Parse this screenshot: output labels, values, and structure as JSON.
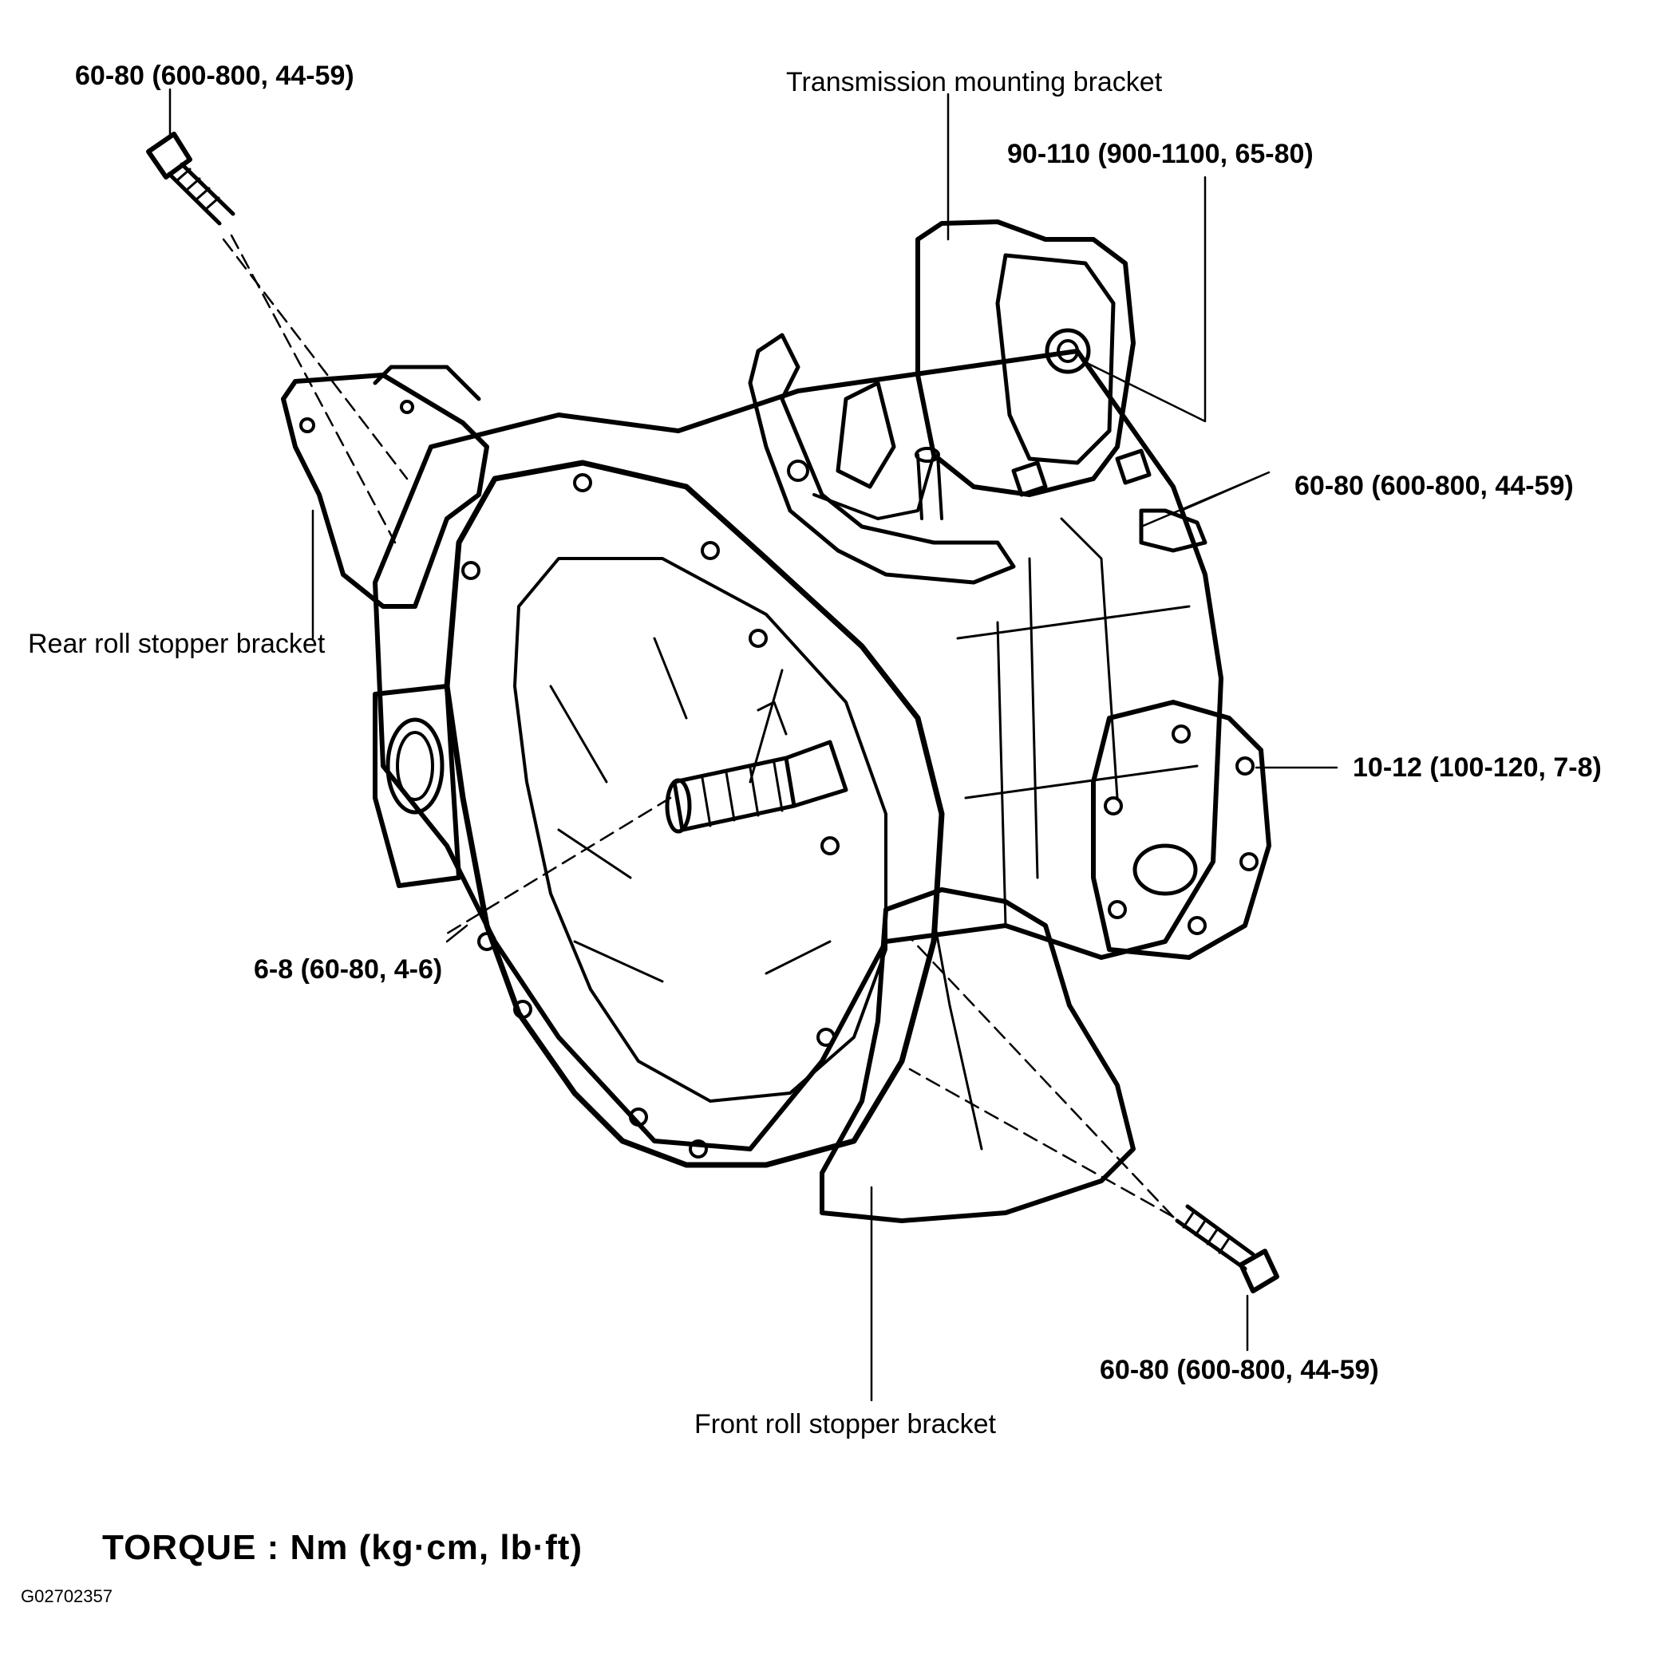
{
  "labels": {
    "bolt_rear_top": "60-80 (600-800, 44-59)",
    "mount_bracket": "Transmission mounting bracket",
    "mount_bolt": "90-110 (900-1100, 65-80)",
    "mount_nuts": "60-80 (600-800, 44-59)",
    "rear_bracket": "Rear roll stopper bracket",
    "cover_bolts": "10-12 (100-120, 7-8)",
    "bell_bolts": "6-8 (60-80, 4-6)",
    "bolt_front_bottom": "60-80 (600-800, 44-59)",
    "front_bracket": "Front roll stopper bracket"
  },
  "legend": "TORQUE : Nm (kg·cm, lb·ft)",
  "figure_id": "G02702357"
}
